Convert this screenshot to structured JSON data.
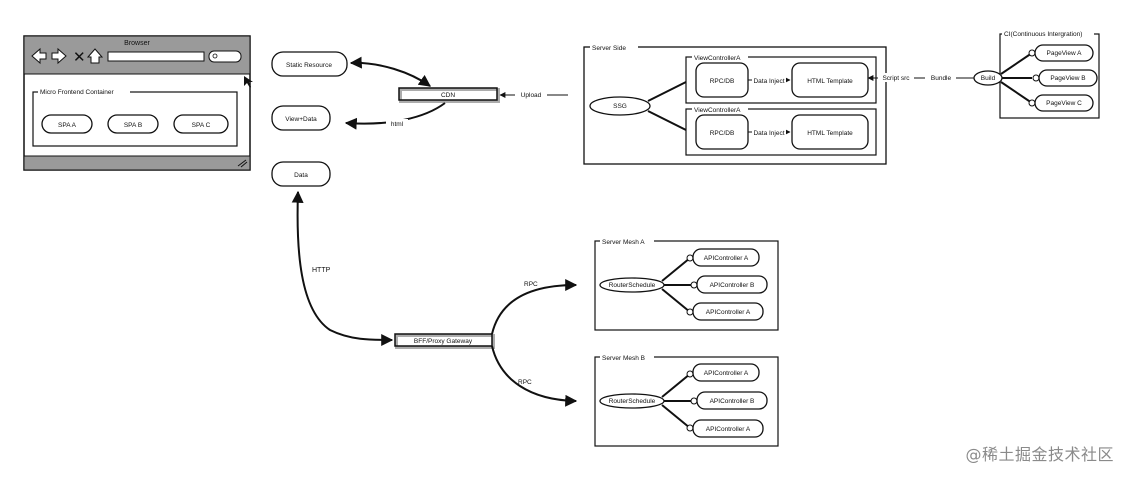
{
  "browser": {
    "title": "Browser",
    "container_label": "Micro Frontend Container",
    "spas": [
      "SPA A",
      "SPA B",
      "SPA C"
    ]
  },
  "client_nodes": {
    "static_resource": "Static Resource",
    "view_data": "View+Data",
    "data": "Data"
  },
  "cdn": "CDN",
  "edges": {
    "upload": "Upload",
    "html": "html",
    "data_inject": "Data Inject",
    "script_src": "Script src",
    "bundle": "Bundle",
    "http": "HTTP",
    "rpc": "RPC"
  },
  "server_side": {
    "title": "Server Side",
    "ssg": "SSG",
    "controllers": [
      {
        "title": "ViewControllerA",
        "rpc": "RPC/DB",
        "template": "HTML Template"
      },
      {
        "title": "ViewControllerA",
        "rpc": "RPC/DB",
        "template": "HTML Template"
      }
    ]
  },
  "ci": {
    "title": "CI(Continuous Intergration)",
    "build": "Build",
    "pages": [
      "PageView A",
      "PageView B",
      "PageView C"
    ]
  },
  "gateway": "BFF/Proxy Gateway",
  "meshes": [
    {
      "title": "Server Mesh A",
      "scheduler": "RouterSchedule",
      "controllers": [
        "APIController A",
        "APIController B",
        "APIController A"
      ]
    },
    {
      "title": "Server Mesh B",
      "scheduler": "RouterSchedule",
      "controllers": [
        "APIController A",
        "APIController B",
        "APIController A"
      ]
    }
  ],
  "watermark": "@稀土掘金技术社区"
}
